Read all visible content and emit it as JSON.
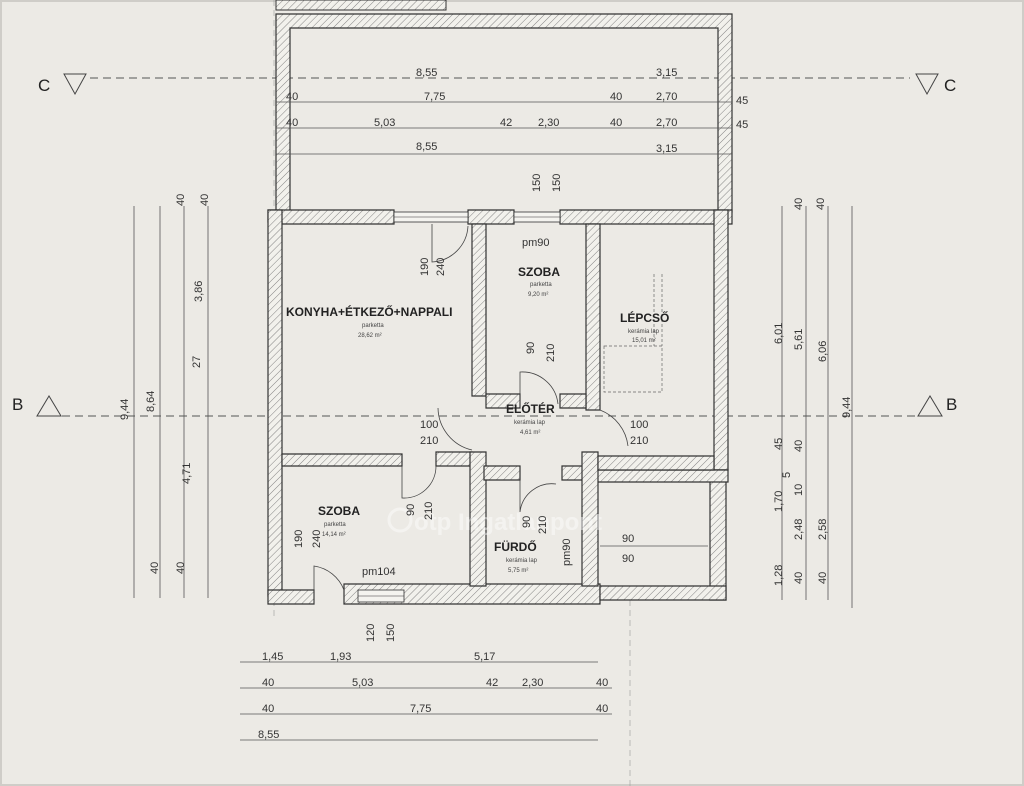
{
  "sections": {
    "c": "C",
    "b": "B"
  },
  "rooms": {
    "living": {
      "name": "KONYHA+ÉTKEZŐ+NAPPALI",
      "floor": "parketta",
      "area": "28,62 m²"
    },
    "room1": {
      "name": "SZOBA",
      "floor": "parketta",
      "area": "9,20 m²"
    },
    "stairs": {
      "name": "LÉPCSŐ",
      "floor": "kerámia lap",
      "area": "15,01 m²"
    },
    "hall": {
      "name": "ELŐTÉR",
      "floor": "kerámia lap",
      "area": "4,61 m²"
    },
    "room2": {
      "name": "SZOBA",
      "floor": "parketta",
      "area": "14,14 m²"
    },
    "bath": {
      "name": "FÜRDŐ",
      "floor": "kerámia lap",
      "area": "5,75 m²"
    }
  },
  "tags": {
    "pm90": "pm90",
    "pm104": "pm104",
    "pm90b": "pm90"
  },
  "top_dims": {
    "r1a": "8,55",
    "r1b": "3,15",
    "r2a": "40",
    "r2b": "7,75",
    "r2c": "40",
    "r2d": "2,70",
    "r2e": "45",
    "r3a": "40",
    "r3b": "5,03",
    "r3c": "42",
    "r3d": "2,30",
    "r3e": "40",
    "r3f": "2,70",
    "r3g": "45",
    "r4a": "8,55",
    "r4b": "3,15"
  },
  "bottom_dims": {
    "r1a": "1,45",
    "r1b": "1,93",
    "r1c": "5,17",
    "r2a": "40",
    "r2b": "5,03",
    "r2c": "42",
    "r2d": "2,30",
    "r2e": "40",
    "r3a": "40",
    "r3b": "7,75",
    "r3c": "40",
    "r4a": "8,55"
  },
  "left_dims": {
    "a1": "9,44",
    "b1": "8,64",
    "c1": "40",
    "c2": "3,86",
    "c3": "27",
    "c4": "4,71",
    "c5": "40",
    "d1": "40",
    "d2": "40"
  },
  "right_dims": {
    "a1": "40",
    "a2": "6,01",
    "a3": "45",
    "a4": "1,70",
    "a5": "1,28",
    "b1": "40",
    "b2": "5,61",
    "b3": "5",
    "b4": "2,48",
    "b5": "40",
    "c1": "40",
    "c2": "6,06",
    "c3": "10",
    "c4": "2,58",
    "c5": "40",
    "d1": "9,44"
  },
  "openings": {
    "w_top1": "150",
    "w_top2": "150",
    "d_liv1": "190",
    "d_liv2": "240",
    "d_r1a": "90",
    "d_r1b": "210",
    "d_h1": "100",
    "d_h2": "210",
    "d_h3": "100",
    "d_h4": "210",
    "d_r2a": "90",
    "d_r2b": "210",
    "d_b1": "90",
    "d_b2": "210",
    "d_sa": "190",
    "d_sb": "240",
    "w_bot1": "120",
    "w_bot2": "150",
    "ext1": "90",
    "ext2": "90"
  },
  "watermark": "otp Ingatlanpont"
}
